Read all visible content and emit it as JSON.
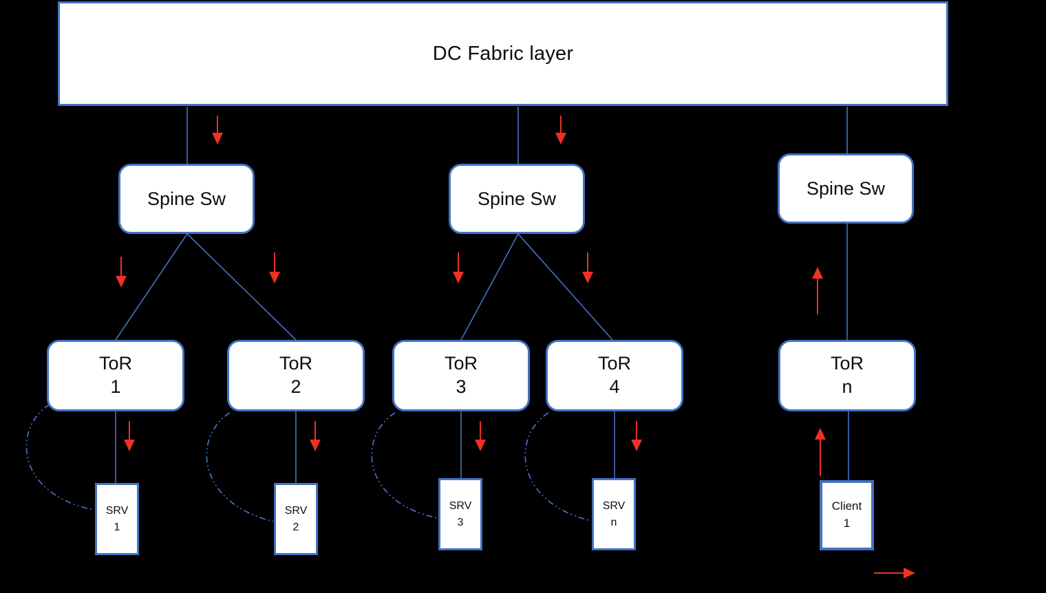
{
  "diagram": {
    "title_box": {
      "label": "DC Fabric layer"
    },
    "spine_switches": [
      {
        "label": "Spine Sw"
      },
      {
        "label": "Spine Sw"
      },
      {
        "label": "Spine Sw"
      }
    ],
    "tor_switches": [
      {
        "name": "ToR",
        "id": "1"
      },
      {
        "name": "ToR",
        "id": "2"
      },
      {
        "name": "ToR",
        "id": "3"
      },
      {
        "name": "ToR",
        "id": "4"
      },
      {
        "name": "ToR",
        "id": "n"
      }
    ],
    "endpoints": [
      {
        "name": "SRV",
        "id": "1"
      },
      {
        "name": "SRV",
        "id": "2"
      },
      {
        "name": "SRV",
        "id": "3"
      },
      {
        "name": "SRV",
        "id": "n"
      },
      {
        "name": "Client",
        "id": "1"
      }
    ],
    "connections": {
      "fabric_to_spines": [
        "Spine Sw 1",
        "Spine Sw 2",
        "Spine Sw n"
      ],
      "spine1_to_tors": [
        "ToR 1",
        "ToR 2"
      ],
      "spine2_to_tors": [
        "ToR 3",
        "ToR 4"
      ],
      "spine3_to_tors": [
        "ToR n"
      ],
      "tor_to_endpoint": [
        "ToR 1 - SRV 1",
        "ToR 2 - SRV 2",
        "ToR 3 - SRV 3",
        "ToR 4 - SRV n",
        "ToR n - Client 1"
      ],
      "dashed_loops": [
        "ToR 1 - SRV 1",
        "ToR 2 - SRV 2",
        "ToR 3 - SRV 3",
        "ToR 4 - SRV n"
      ]
    },
    "flow_arrows": {
      "downlink_count": 10,
      "uplink_count": 2,
      "legend_arrow_direction": "right"
    },
    "colors": {
      "line": "#4472C4",
      "arrow": "#EE3124",
      "fill": "#FFFFFF",
      "text": "#0D0D0D",
      "background": "#000000"
    }
  }
}
